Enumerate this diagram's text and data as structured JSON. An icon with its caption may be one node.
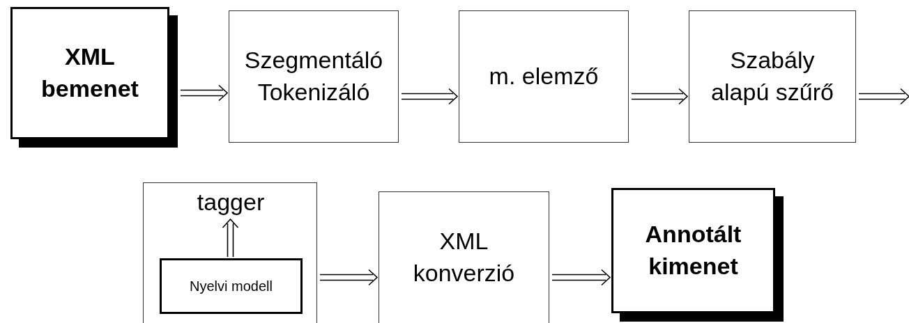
{
  "diagram": {
    "nodes": [
      {
        "text": [
          "XML bemenet"
        ]
      },
      {
        "text": [
          "Szegmentáló Tokenizáló"
        ]
      },
      {
        "text": [
          "m. elemző"
        ]
      },
      {
        "text": [
          "Szabály alapú szűrő"
        ]
      },
      {
        "text": [],
        "shape": "box"
      },
      {
        "text": [
          "tagger"
        ],
        "in": 4
      },
      {
        "text": [
          "Nyelvi modell"
        ],
        "in": 4
      },
      {
        "text": [
          "XML konverzió"
        ]
      },
      {
        "text": [
          "Annotált kimenet"
        ]
      }
    ],
    "edges": [
      {
        "from": 0,
        "to": 1,
        "arrow": "to"
      },
      {
        "from": 1,
        "to": 2,
        "arrow": "to"
      },
      {
        "from": 2,
        "to": 3,
        "arrow": "to"
      },
      {
        "from": 3,
        "to": null,
        "arrow": "to"
      },
      {
        "from": 6,
        "to": 5,
        "arrow": "to"
      },
      {
        "from": 4,
        "to": 7,
        "arrow": "to"
      },
      {
        "from": 7,
        "to": 8,
        "arrow": "to"
      }
    ]
  }
}
